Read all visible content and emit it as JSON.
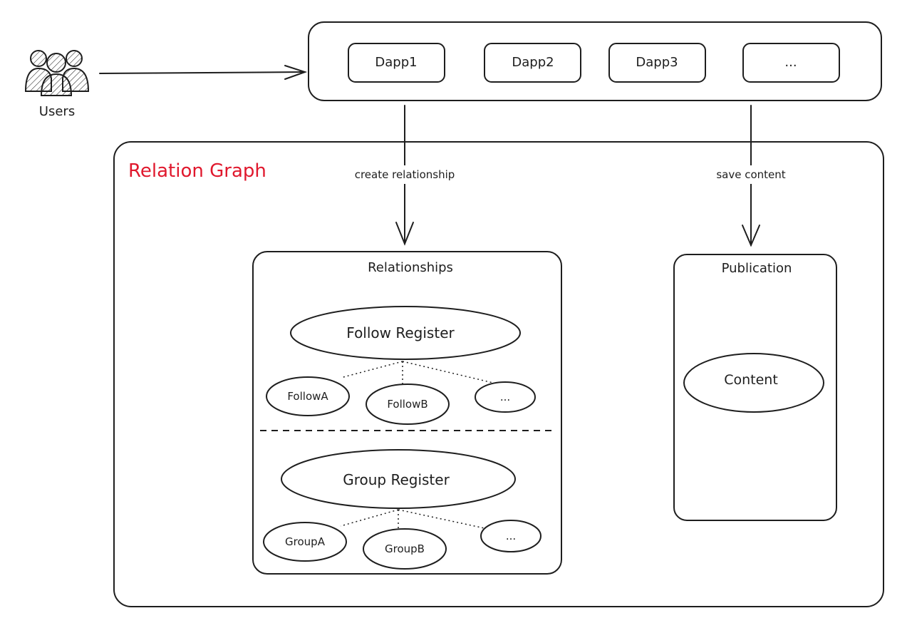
{
  "users": {
    "label": "Users",
    "icon": "users-icon"
  },
  "dapps": [
    "Dapp1",
    "Dapp2",
    "Dapp3",
    "..."
  ],
  "edges": {
    "create_relationship": "create relationship",
    "save_content": "save content"
  },
  "relation_graph": {
    "title": "Relation Graph",
    "title_color": "#e0182d",
    "relationships": {
      "title": "Relationships",
      "follow_register": {
        "label": "Follow Register",
        "children": [
          "FollowA",
          "FollowB",
          "..."
        ]
      },
      "group_register": {
        "label": "Group Register",
        "children": [
          "GroupA",
          "GroupB",
          "..."
        ]
      }
    },
    "publication": {
      "title": "Publication",
      "content": "Content"
    }
  }
}
